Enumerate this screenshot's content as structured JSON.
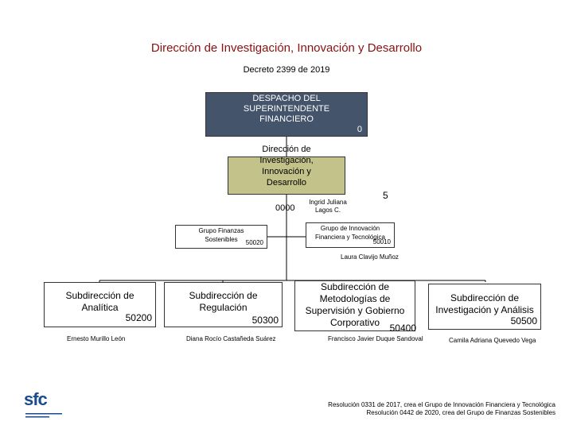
{
  "header": {
    "title": "Dirección de Investigación, Innovación y Desarrollo",
    "subtitle": "Decreto 2399 de 2019"
  },
  "top_box": {
    "line1": "DESPACHO DEL",
    "line2": "SUPERINTENDENTE",
    "line3": "FINANCIERO",
    "code": "0"
  },
  "direction_box": {
    "line1": "Dirección de",
    "line2": "Investigación,",
    "line3": "Innovación y",
    "line4": "Desarrollo",
    "code": "0000",
    "side_number": "5",
    "head_line1": "Ingrid Juliana",
    "head_line2": "Lagos C."
  },
  "groups": {
    "finanzas": {
      "line1": "Grupo Finanzas",
      "line2": "Sostenibles",
      "code": "50020"
    },
    "innovacion": {
      "line1": "Grupo de Innovación",
      "line2": "Financiera y Tecnológica",
      "code": "50010",
      "person": "Laura Clavijo Muñoz"
    }
  },
  "subdirections": {
    "analitica": {
      "line1": "Subdirección de",
      "line2": "Analítica",
      "code": "50200",
      "person": "Ernesto Murillo León"
    },
    "regulacion": {
      "line1": "Subdirección de",
      "line2": "Regulación",
      "code": "50300",
      "person": "Diana Rocío Castañeda Suárez"
    },
    "metodologias": {
      "line1": "Subdirección de",
      "line2": "Metodologías de",
      "line3": "Supervisión y Gobierno",
      "line4": "Corporativo",
      "code": "50400",
      "person": "Francisco Javier Duque Sandoval"
    },
    "investigacion": {
      "line1": "Subdirección de",
      "line2": "Investigación y Análisis",
      "code": "50500",
      "person": "Camila Adriana Quevedo Vega"
    }
  },
  "footer": {
    "line1": "Resolución 0331 de 2017, crea el Grupo de Innovación Financiera y Tecnológica",
    "line2": "Resolución 0442 de 2020, crea del Grupo de Finanzas Sostenibles"
  },
  "logo": {
    "text": "sfc",
    "icon": "sfc-logo-icon"
  },
  "colors": {
    "title": "#8b1010",
    "top_box": "#44546a",
    "direction_box": "#c3c28a",
    "logo": "#1a4b8c"
  }
}
